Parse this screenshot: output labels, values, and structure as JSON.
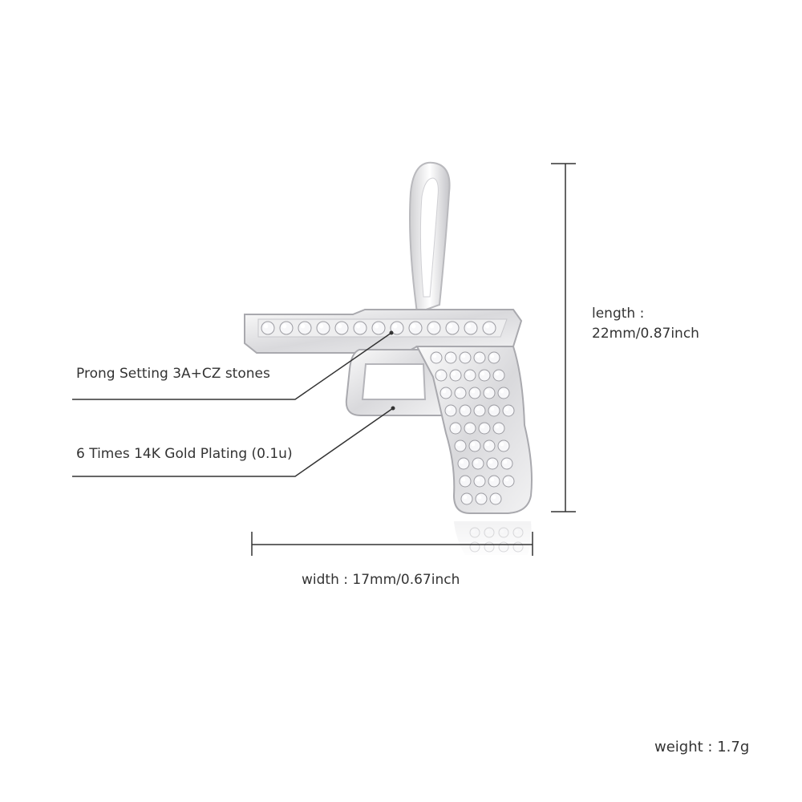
{
  "callouts": {
    "prong_setting": "Prong Setting 3A+CZ stones",
    "gold_plating": "6 Times 14K Gold Plating (0.1u)"
  },
  "dimensions": {
    "length_label": "length :",
    "length_value": "22mm/0.87inch",
    "width": "width : 17mm/0.67inch"
  },
  "weight": "weight : 1.7g",
  "product": {
    "icon": "pistol-pendant-image",
    "metal_color": "#e4e4e6",
    "stone_color": "#f7f7f9"
  }
}
